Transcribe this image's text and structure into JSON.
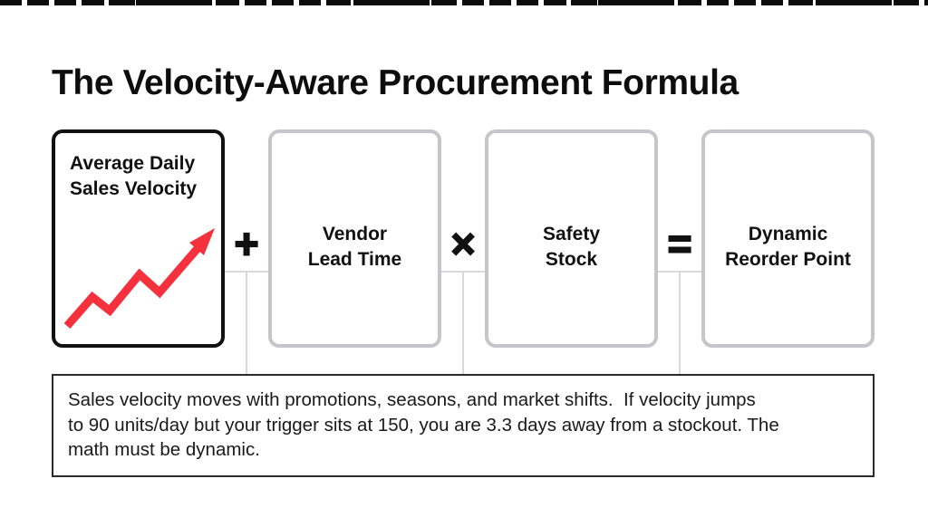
{
  "title": "The Velocity-Aware Procurement Formula",
  "colors": {
    "accent_red": "#f5313d",
    "highlight_box_border": "#111111",
    "box_border_gray": "#c5c5cb",
    "connector_gray": "#d9d9dd",
    "note_border": "#2b2b2b",
    "text": "#111111"
  },
  "formula": {
    "boxes": [
      {
        "label_line1": "Average Daily",
        "label_line2": "Sales Velocity",
        "emphasized": true,
        "icon": "trend-up-arrow-icon"
      },
      {
        "label_line1": "Vendor",
        "label_line2": "Lead Time",
        "emphasized": false
      },
      {
        "label_line1": "Safety",
        "label_line2": "Stock",
        "emphasized": false
      },
      {
        "label_line1": "Dynamic",
        "label_line2": "Reorder Point",
        "emphasized": false
      }
    ],
    "operators": [
      {
        "symbol": "+"
      },
      {
        "symbol": "×"
      },
      {
        "symbol": "="
      }
    ]
  },
  "note": {
    "lines": [
      "Sales velocity moves with promotions, seasons, and market shifts.  If velocity jumps",
      "to 90 units/day but your trigger sits at 150, you are 3.3 days away from a stockout. The",
      "math must be dynamic."
    ]
  }
}
